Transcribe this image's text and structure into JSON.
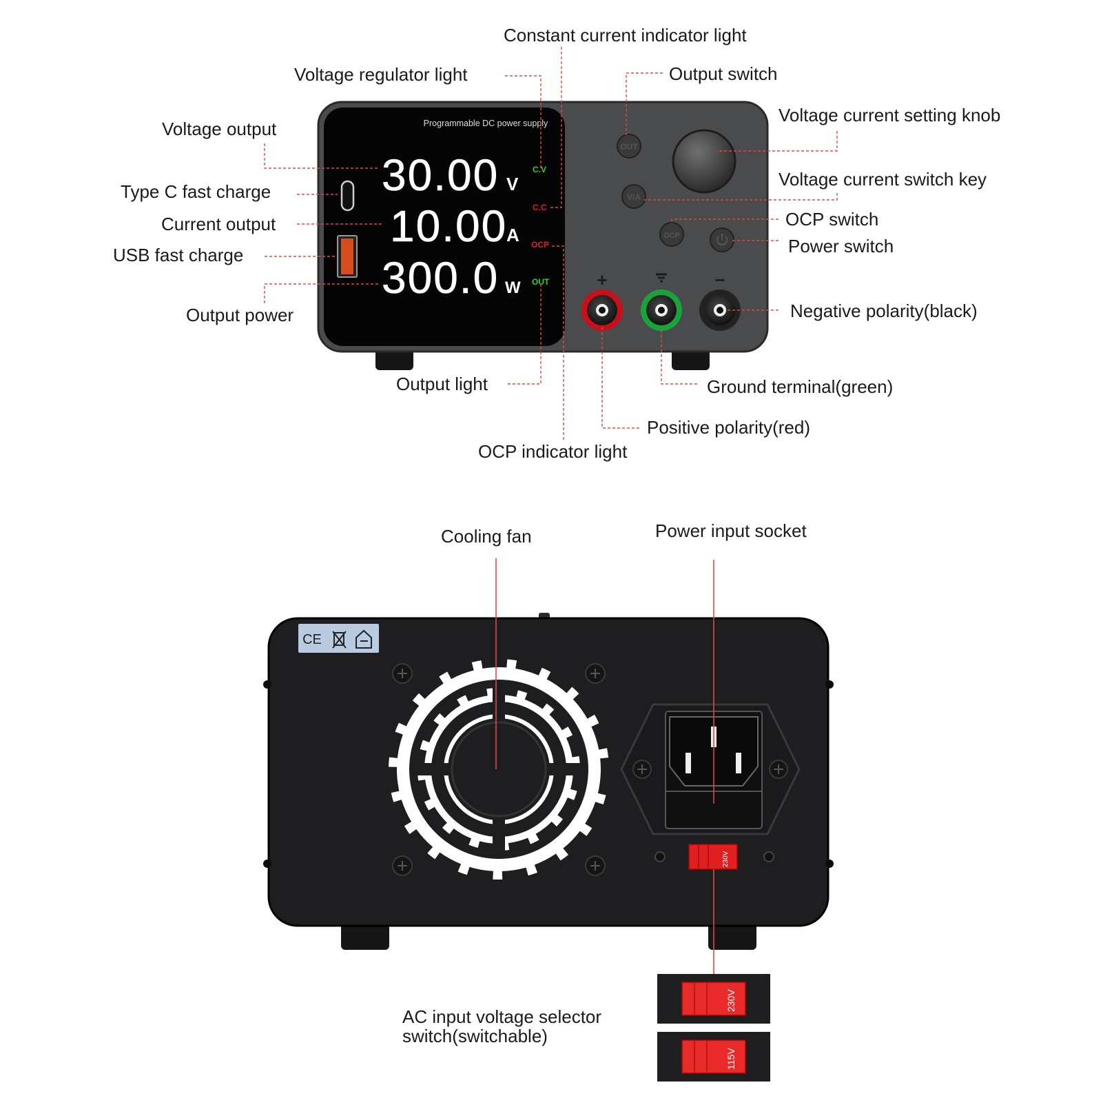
{
  "front": {
    "device_title": "Programmable DC power supply",
    "display": {
      "voltage": "30.00",
      "voltage_unit": "V",
      "current": "10.00",
      "current_unit": "A",
      "power": "300.0",
      "power_unit": "W"
    },
    "indicators": {
      "cv": "C.V",
      "cc": "C.C",
      "ocp": "OCP",
      "out": "OUT"
    },
    "buttons": {
      "out": "OUT",
      "va": "V/A",
      "ocp": "OCP"
    },
    "terminal_signs": {
      "positive": "+",
      "negative": "−"
    },
    "colors": {
      "cv": "#2fd12f",
      "cc": "#e02020",
      "ocp": "#e02020",
      "out": "#2fd12f",
      "positive": "#c8101a",
      "ground": "#1aa33a"
    },
    "labels": {
      "constant_current_indicator": "Constant current indicator light",
      "voltage_regulator_light": "Voltage regulator light",
      "output_switch": "Output switch",
      "voltage_output": "Voltage output",
      "setting_knob": "Voltage current setting knob",
      "type_c": "Type C fast charge",
      "switch_key": "Voltage current switch key",
      "current_output": "Current output",
      "ocp_switch": "OCP switch",
      "usb_fast_charge": "USB fast charge",
      "power_switch": "Power switch",
      "negative_polarity": "Negative polarity(black)",
      "output_power": "Output power",
      "output_light": "Output light",
      "ground_terminal": "Ground terminal(green)",
      "positive_polarity": "Positive polarity(red)",
      "ocp_indicator": "OCP indicator light"
    }
  },
  "back": {
    "labels": {
      "cooling_fan": "Cooling fan",
      "power_input_socket": "Power input socket",
      "voltage_selector": "AC input voltage selector switch(switchable)"
    },
    "cert_marks": [
      "CE",
      "WEEE",
      "indoor"
    ],
    "switch_values": {
      "main": "230V",
      "option_1": "230V",
      "option_2": "115V"
    }
  }
}
